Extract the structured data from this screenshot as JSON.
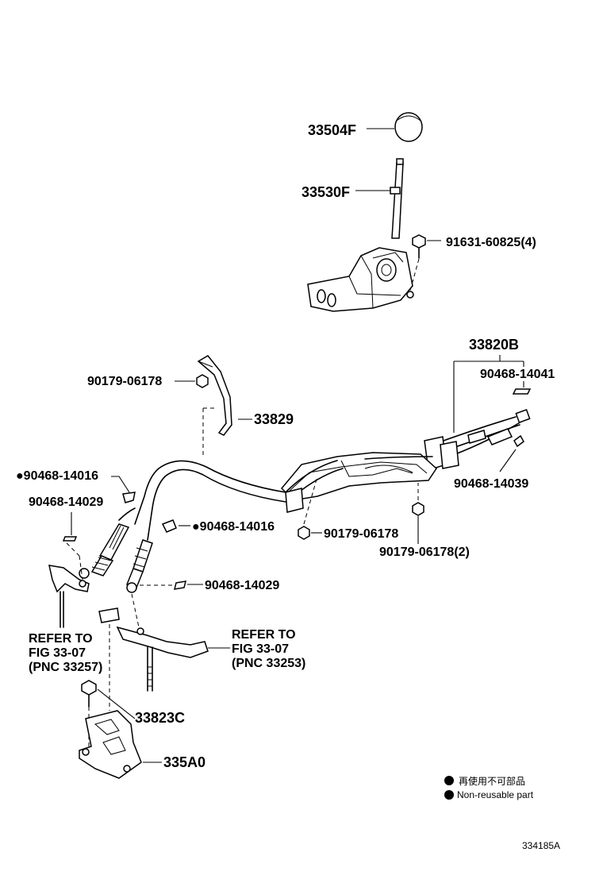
{
  "labels": {
    "knob": "33504F",
    "lever": "33530F",
    "bolt_top": "91631-60825(4)",
    "cable_assy": "33820B",
    "clip_14041": "90468-14041",
    "clip_14039": "90468-14039",
    "nut_left": "90179-06178",
    "bracket": "33829",
    "clip_14016_a": "90468-14016",
    "clip_14029_a": "90468-14029",
    "clip_14016_b": "90468-14016",
    "nut_mid": "90179-06178",
    "nut_mid2": "90179-06178(2)",
    "clip_14029_b": "90468-14029",
    "bolt_bottom": "33823C",
    "bracket_bottom": "335A0"
  },
  "refer_left": {
    "line1": "REFER TO",
    "line2": "FIG 33-07",
    "line3": "(PNC 33257)"
  },
  "refer_right": {
    "line1": "REFER TO",
    "line2": "FIG 33-07",
    "line3": "(PNC 33253)"
  },
  "legend": {
    "jp": "再使用不可部品",
    "en": "Non-reusable part"
  },
  "figure_id": "334185A"
}
